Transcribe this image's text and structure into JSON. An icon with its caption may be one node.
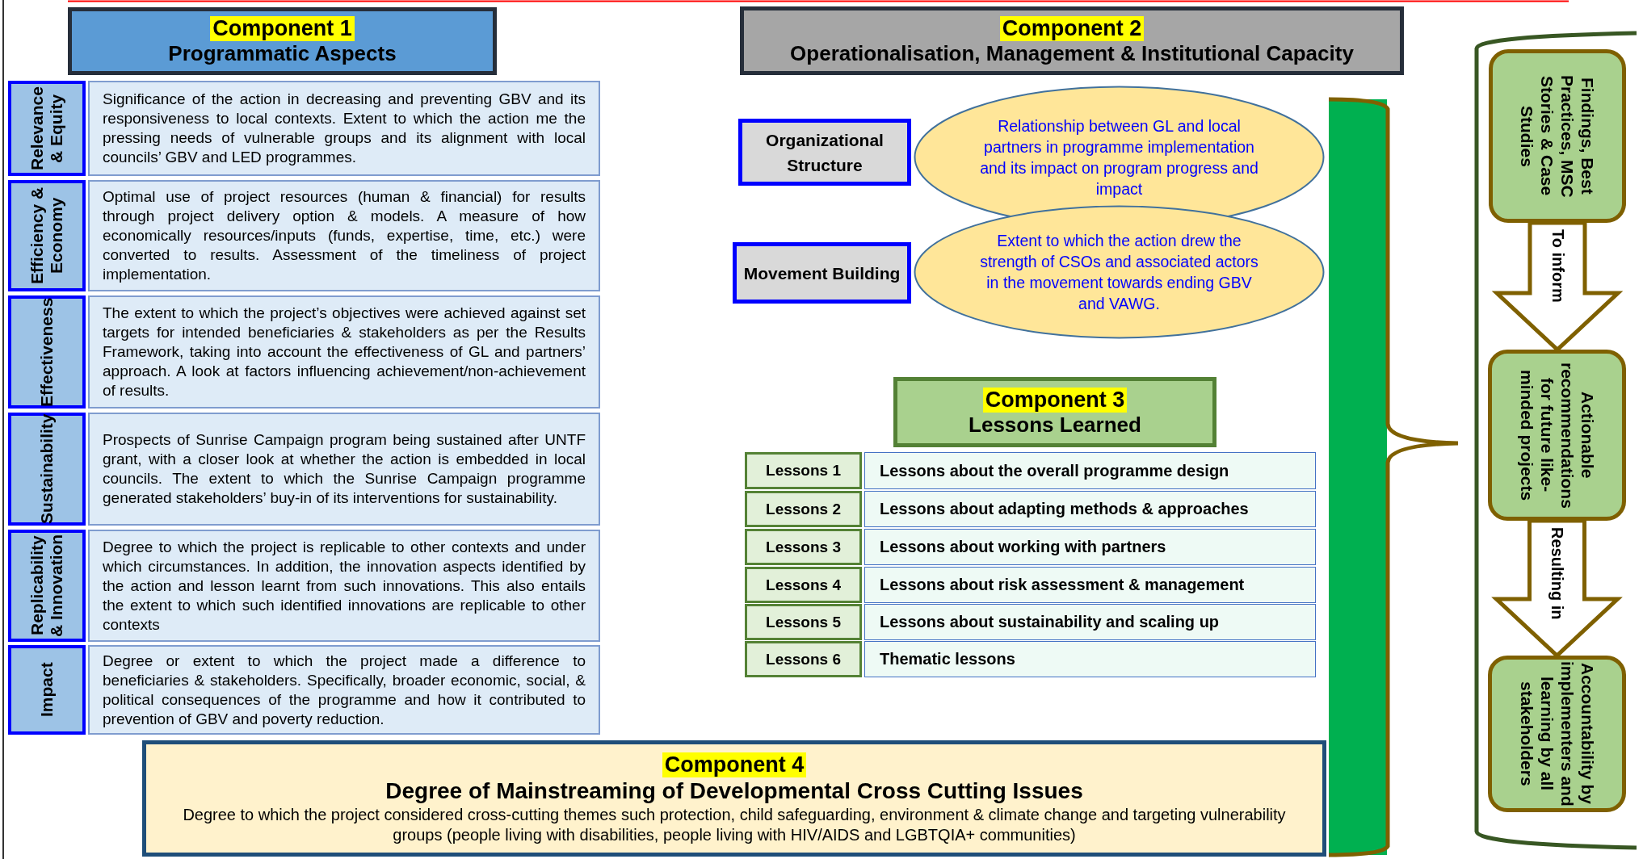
{
  "diagram": {
    "nodes": [
      {
        "text": [
          "Component 1",
          "Programmatic Aspects"
        ]
      },
      {
        "text": [
          "Relevance & Equity"
        ]
      },
      {
        "text": [
          "Significance of the action in decreasing and preventing GBV and its responsiveness to local contexts. Extent to which the action me the pressing needs of vulnerable groups and its alignment with local councils’ GBV and LED programmes."
        ]
      },
      {
        "text": [
          "Efficiency & Economy"
        ]
      },
      {
        "text": [
          "Optimal use of project resources (human & financial) for results through project delivery option & models. A measure of how economically resources/inputs (funds, expertise, time, etc.) were converted to results. Assessment of the timeliness of project implementation."
        ]
      },
      {
        "text": [
          "Effectiveness"
        ]
      },
      {
        "text": [
          "The extent to which the project’s objectives were achieved against set targets for intended beneficiaries & stakeholders as per the Results Framework, taking into account the effectiveness of GL and partners’ approach. A look at factors influencing achievement/non-achievement of results."
        ]
      },
      {
        "text": [
          "Sustainability"
        ]
      },
      {
        "text": [
          "Prospects of Sunrise Campaign program being sustained after UNTF grant, with a closer look at whether the action is embedded in local councils. The extent to which the Sunrise Campaign programme generated stakeholders’ buy-in of its interventions for sustainability."
        ]
      },
      {
        "text": [
          "Replicability & Innovation"
        ]
      },
      {
        "text": [
          "Degree to which the project is replicable to other contexts and under which circumstances. In addition, the innovation aspects identified by the action and lesson learnt from such innovations. This also entails the extent to which such identified innovations are replicable to other contexts"
        ]
      },
      {
        "text": [
          "Impact"
        ]
      },
      {
        "text": [
          "Degree or extent to which the project made a difference to beneficiaries & stakeholders. Specifically, broader economic, social, & political consequences of the programme and how it contributed to prevention of GBV and poverty reduction."
        ]
      },
      {
        "text": [
          "Component 2",
          "Operationalisation, Management & Institutional Capacity"
        ]
      },
      {
        "text": [
          "Organizational Structure"
        ]
      },
      {
        "text": [
          "Relationship between GL and local partners in programme implementation and its impact on program progress and impact"
        ]
      },
      {
        "text": [
          "Movement Building"
        ]
      },
      {
        "text": [
          "Extent to which the action drew the strength of CSOs and associated actors in the movement towards ending GBV and VAWG."
        ]
      },
      {
        "text": [
          "Component 3",
          "Lessons Learned"
        ]
      },
      {
        "text": [
          "Lessons 1"
        ]
      },
      {
        "text": [
          "Lessons about the overall programme design"
        ]
      },
      {
        "text": [
          "Lessons 2"
        ]
      },
      {
        "text": [
          "Lessons about adapting methods & approaches"
        ]
      },
      {
        "text": [
          "Lessons 3"
        ]
      },
      {
        "text": [
          "Lessons about working with partners"
        ]
      },
      {
        "text": [
          "Lessons 4"
        ]
      },
      {
        "text": [
          "Lessons about risk assessment & management"
        ]
      },
      {
        "text": [
          "Lessons 5"
        ]
      },
      {
        "text": [
          "Lessons about sustainability and scaling up"
        ]
      },
      {
        "text": [
          "Lessons 6"
        ]
      },
      {
        "text": [
          "Thematic lessons"
        ]
      },
      {
        "text": [
          "Component 4",
          "Degree of Mainstreaming of Developmental Cross Cutting Issues",
          "Degree to which the project considered cross-cutting themes such protection, child safeguarding, environment & climate change and targeting vulnerability groups (people living with disabilities, people living with HIV/AIDS and LGBTQIA+ communities)"
        ]
      },
      {
        "text": [
          "Findings, Best Practices, MSC Stories & Case Studies"
        ]
      },
      {
        "text": [
          "Actionable recommendations for future like-minded projects"
        ]
      },
      {
        "text": [
          "Accountability by implementers and learning by all stakeholders"
        ]
      }
    ],
    "edges": [
      {
        "from": 32,
        "to": 33,
        "arrow": "to",
        "label": "To inform"
      },
      {
        "from": 33,
        "to": 34,
        "arrow": "to",
        "label": "Resulting in"
      }
    ]
  }
}
